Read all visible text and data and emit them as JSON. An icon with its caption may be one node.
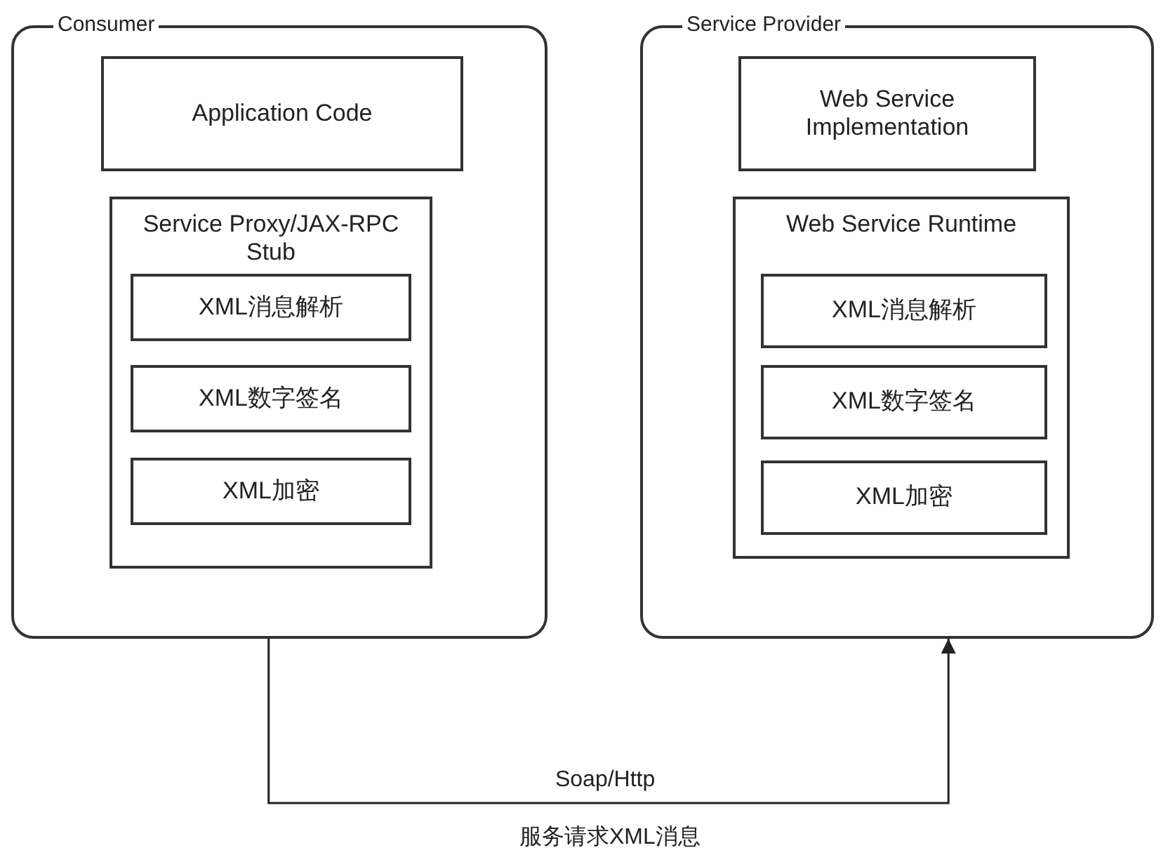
{
  "diagram": {
    "nodes": [
      {
        "text": [
          "Consumer"
        ]
      },
      {
        "text": [
          "Application Code"
        ],
        "in": 0
      },
      {
        "text": [
          "Service Proxy/JAX-RPC Stub"
        ],
        "in": 0
      },
      {
        "text": [
          "XML消息解析"
        ],
        "in": 2
      },
      {
        "text": [
          "XML数字签名"
        ],
        "in": 2
      },
      {
        "text": [
          "XML加密"
        ],
        "in": 2
      },
      {
        "text": [
          "Service Provider"
        ]
      },
      {
        "text": [
          "Web Service Implementation"
        ],
        "in": 6
      },
      {
        "text": [
          "Web Service Runtime"
        ],
        "in": 6
      },
      {
        "text": [
          "XML消息解析"
        ],
        "in": 8
      },
      {
        "text": [
          "XML数字签名"
        ],
        "in": 8
      },
      {
        "text": [
          "XML加密"
        ],
        "in": 8
      }
    ],
    "edges": [
      {
        "from": 0,
        "to": 6,
        "arrow": "to",
        "label": "Soap/Http"
      }
    ],
    "labels": [
      "服务请求XML消息"
    ]
  }
}
